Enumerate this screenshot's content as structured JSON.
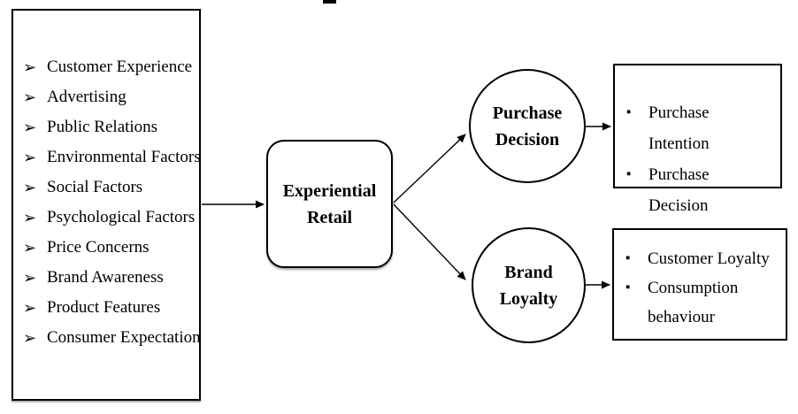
{
  "colors": {
    "ink": "#000000",
    "background": "#ffffff"
  },
  "icons": {
    "arrow_bullet": "➢",
    "square_bullet": "▪"
  },
  "factors_box": {
    "items": [
      "Customer Experience",
      "Advertising",
      "Public Relations",
      "Environmental Factors",
      "Social Factors",
      "Psychological Factors",
      "Price Concerns",
      "Brand Awareness",
      "Product Features",
      "Consumer Expectation"
    ]
  },
  "central_node": {
    "line1": "Experiential",
    "line2": "Retail"
  },
  "purchase_node": {
    "line1": "Purchase",
    "line2": "Decision"
  },
  "loyalty_node": {
    "line1": "Brand",
    "line2": "Loyalty"
  },
  "purchase_box": {
    "items": [
      "Purchase Intention",
      "Purchase Decision"
    ]
  },
  "loyalty_box": {
    "items": [
      "Customer Loyalty",
      "Consumption behaviour"
    ]
  }
}
